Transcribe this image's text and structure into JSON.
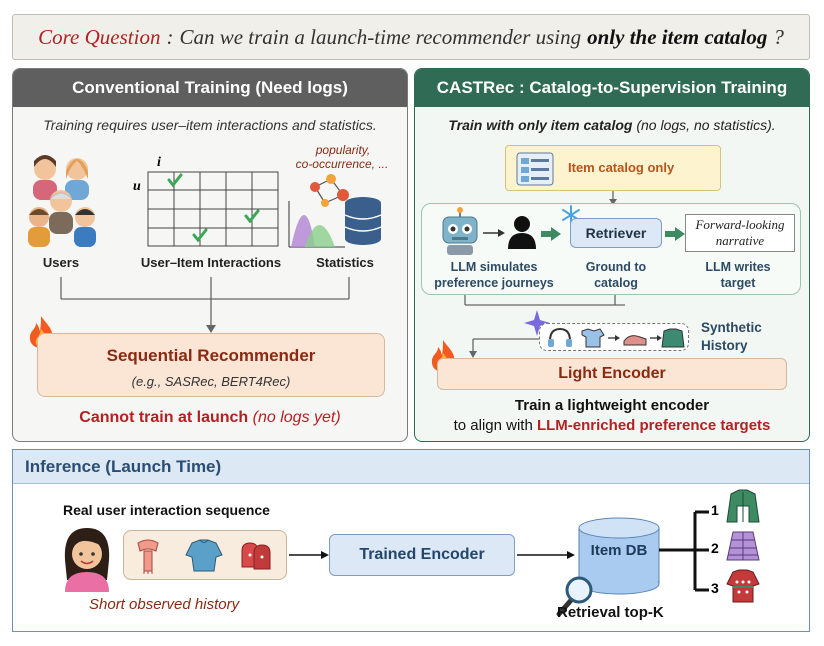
{
  "core": {
    "prefix": "Core Question",
    "sep": ":",
    "text": "Can we train a launch-time recommender using",
    "bold": "only the item catalog",
    "suffix": "?"
  },
  "left": {
    "title": "Conventional Training (Need logs)",
    "subtitle": "Training requires user–item interactions and statistics.",
    "users_label": "Users",
    "interactions_label": "User–Item Interactions",
    "statistics_label": "Statistics",
    "stats_note_1": "popularity,",
    "stats_note_2": "co-occurrence, ...",
    "matrix_i": "i",
    "matrix_u": "u",
    "recommender_title": "Sequential Recommender",
    "recommender_examples": "(e.g., SASRec, BERT4Rec)",
    "cannot_bold": "Cannot train at launch",
    "cannot_note": "(no logs yet)"
  },
  "right": {
    "title": "CASTRec : Catalog-to-Supervision Training",
    "subtitle_bold": "Train with only item catalog",
    "subtitle_rest": "(no logs, no statistics).",
    "catalog_label": "Item catalog only",
    "llm_sim_1": "LLM simulates",
    "llm_sim_2": "preference journeys",
    "retriever": "Retriever",
    "ground_1": "Ground to",
    "ground_2": "catalog",
    "narrative_1": "Forward-looking",
    "narrative_2": "narrative",
    "llm_writes_1": "LLM writes",
    "llm_writes_2": "target",
    "synthetic_1": "Synthetic",
    "synthetic_2": "History",
    "light_encoder": "Light Encoder",
    "train_line_1": "Train a lightweight encoder",
    "train_line_2a": "to align with",
    "train_line_2b": "LLM-enriched preference targets"
  },
  "inference": {
    "title": "Inference (Launch Time)",
    "sequence_label": "Real user interaction sequence",
    "history_label": "Short observed history",
    "encoder": "Trained Encoder",
    "item_db": "Item DB",
    "retrieval": "Retrieval top-K",
    "ranks": [
      "1",
      "2",
      "3"
    ]
  },
  "colors": {
    "accent_red": "#b22222",
    "green_header": "#2f6b55",
    "gray_header": "#5f5f5f",
    "blue_header": "#2c4d73"
  }
}
